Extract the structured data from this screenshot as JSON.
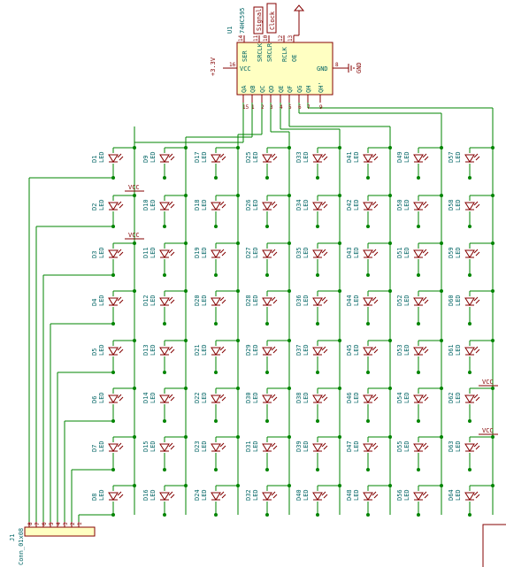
{
  "ic": {
    "ref": "U1",
    "value": "74HC595",
    "top_pins": [
      {
        "name": "SER",
        "num": "14"
      },
      {
        "name": "SRCLK",
        "num": "11"
      },
      {
        "name": "SRCLR",
        "num": "10"
      },
      {
        "name": "RCLK",
        "num": "12"
      },
      {
        "name": "OE",
        "num": "13"
      }
    ],
    "left_pin": {
      "name": "VCC",
      "num": "16"
    },
    "right_pin": {
      "name": "GND",
      "num": "8"
    },
    "bottom_pins": [
      {
        "name": "QA",
        "num": "15"
      },
      {
        "name": "QB",
        "num": "1"
      },
      {
        "name": "QC",
        "num": "2"
      },
      {
        "name": "QD",
        "num": "3"
      },
      {
        "name": "QE",
        "num": "4"
      },
      {
        "name": "QF",
        "num": "5"
      },
      {
        "name": "QG",
        "num": "6"
      },
      {
        "name": "QH",
        "num": "7"
      },
      {
        "name": "QH'",
        "num": "9"
      }
    ]
  },
  "power": {
    "left": "+3.3V",
    "right": "GND",
    "vcc": "VCC"
  },
  "labels": {
    "signal": "Signal",
    "clock": "Clock"
  },
  "leds": {
    "value": "LED",
    "columns": [
      [
        "D1",
        "D2",
        "D3",
        "D4",
        "D5",
        "D6",
        "D7",
        "D8"
      ],
      [
        "D9",
        "D10",
        "D11",
        "D12",
        "D13",
        "D14",
        "D15",
        "D16"
      ],
      [
        "D17",
        "D18",
        "D19",
        "D20",
        "D21",
        "D22",
        "D23",
        "D24"
      ],
      [
        "D25",
        "D26",
        "D27",
        "D28",
        "D29",
        "D30",
        "D31",
        "D32"
      ],
      [
        "D33",
        "D34",
        "D35",
        "D36",
        "D37",
        "D38",
        "D39",
        "D40"
      ],
      [
        "D41",
        "D42",
        "D43",
        "D44",
        "D45",
        "D46",
        "D47",
        "D48"
      ],
      [
        "D49",
        "D50",
        "D51",
        "D52",
        "D53",
        "D54",
        "D55",
        "D56"
      ],
      [
        "D57",
        "D58",
        "D59",
        "D60",
        "D61",
        "D62",
        "D63",
        "D64"
      ]
    ]
  },
  "connector": {
    "ref": "J1",
    "value": "Conn_01x08",
    "pins": [
      "8",
      "7",
      "6",
      "5",
      "4",
      "3",
      "2",
      "1"
    ]
  }
}
